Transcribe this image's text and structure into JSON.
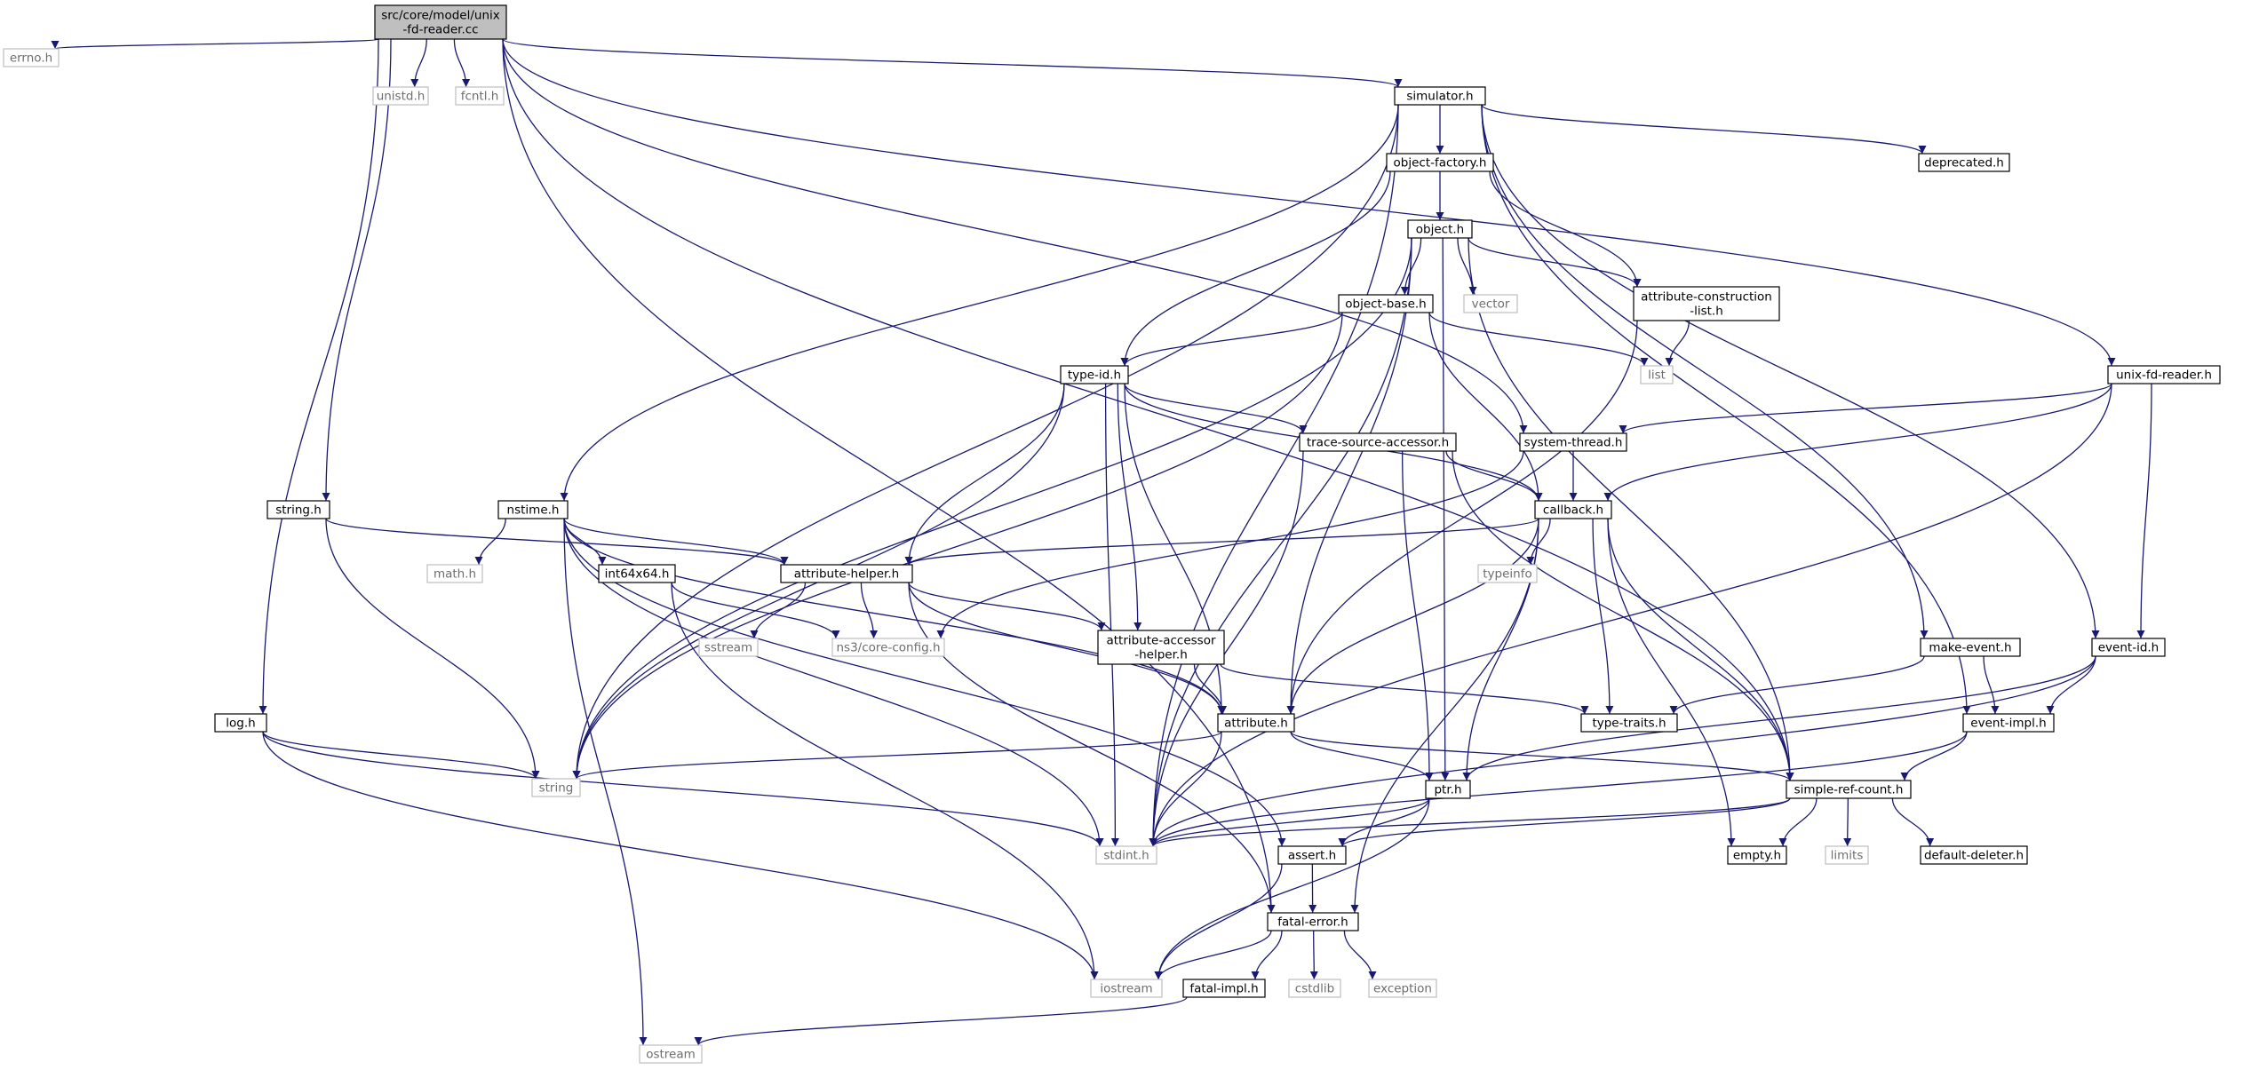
{
  "diagram": {
    "colors": {
      "edge": "#191970",
      "node_fill": "#ffffff",
      "root_fill": "#bfbfbf",
      "border_dark": "#000000",
      "border_light": "#bfbfbf",
      "text_dark": "#000000",
      "text_light": "#6e6e6e"
    },
    "nodes": [
      {
        "id": "root",
        "lines": [
          "src/core/model/unix",
          "-fd-reader.cc"
        ],
        "style": "root"
      },
      {
        "id": "errno",
        "lines": [
          "errno.h"
        ],
        "style": "external"
      },
      {
        "id": "unistd",
        "lines": [
          "unistd.h"
        ],
        "style": "external"
      },
      {
        "id": "fcntl",
        "lines": [
          "fcntl.h"
        ],
        "style": "external"
      },
      {
        "id": "simulator",
        "lines": [
          "simulator.h"
        ],
        "style": "header"
      },
      {
        "id": "objfactory",
        "lines": [
          "object-factory.h"
        ],
        "style": "header"
      },
      {
        "id": "deprecated",
        "lines": [
          "deprecated.h"
        ],
        "style": "header"
      },
      {
        "id": "object",
        "lines": [
          "object.h"
        ],
        "style": "header"
      },
      {
        "id": "objbase",
        "lines": [
          "object-base.h"
        ],
        "style": "header"
      },
      {
        "id": "vector",
        "lines": [
          "vector"
        ],
        "style": "external"
      },
      {
        "id": "attrconst",
        "lines": [
          "attribute-construction",
          "-list.h"
        ],
        "style": "header"
      },
      {
        "id": "list",
        "lines": [
          "list"
        ],
        "style": "external"
      },
      {
        "id": "typeid",
        "lines": [
          "type-id.h"
        ],
        "style": "header"
      },
      {
        "id": "unixfd",
        "lines": [
          "unix-fd-reader.h"
        ],
        "style": "header"
      },
      {
        "id": "tracesrc",
        "lines": [
          "trace-source-accessor.h"
        ],
        "style": "header"
      },
      {
        "id": "systhread",
        "lines": [
          "system-thread.h"
        ],
        "style": "header"
      },
      {
        "id": "stringh",
        "lines": [
          "string.h"
        ],
        "style": "header"
      },
      {
        "id": "nstime",
        "lines": [
          "nstime.h"
        ],
        "style": "header"
      },
      {
        "id": "callback",
        "lines": [
          "callback.h"
        ],
        "style": "header"
      },
      {
        "id": "mathh",
        "lines": [
          "math.h"
        ],
        "style": "external"
      },
      {
        "id": "int64",
        "lines": [
          "int64x64.h"
        ],
        "style": "header"
      },
      {
        "id": "attrhelper",
        "lines": [
          "attribute-helper.h"
        ],
        "style": "header"
      },
      {
        "id": "typeinfo",
        "lines": [
          "typeinfo"
        ],
        "style": "external"
      },
      {
        "id": "sstream",
        "lines": [
          "sstream"
        ],
        "style": "external"
      },
      {
        "id": "coreconfig",
        "lines": [
          "ns3/core-config.h"
        ],
        "style": "external"
      },
      {
        "id": "attraccessor",
        "lines": [
          "attribute-accessor",
          "-helper.h"
        ],
        "style": "header"
      },
      {
        "id": "makeevent",
        "lines": [
          "make-event.h"
        ],
        "style": "header"
      },
      {
        "id": "eventid",
        "lines": [
          "event-id.h"
        ],
        "style": "header"
      },
      {
        "id": "logh",
        "lines": [
          "log.h"
        ],
        "style": "header"
      },
      {
        "id": "typetraits",
        "lines": [
          "type-traits.h"
        ],
        "style": "header"
      },
      {
        "id": "attribute",
        "lines": [
          "attribute.h"
        ],
        "style": "header"
      },
      {
        "id": "eventimpl",
        "lines": [
          "event-impl.h"
        ],
        "style": "header"
      },
      {
        "id": "string",
        "lines": [
          "string"
        ],
        "style": "external"
      },
      {
        "id": "ptr",
        "lines": [
          "ptr.h"
        ],
        "style": "header"
      },
      {
        "id": "simplerefcount",
        "lines": [
          "simple-ref-count.h"
        ],
        "style": "header"
      },
      {
        "id": "stdint",
        "lines": [
          "stdint.h"
        ],
        "style": "external"
      },
      {
        "id": "assert",
        "lines": [
          "assert.h"
        ],
        "style": "header"
      },
      {
        "id": "empty",
        "lines": [
          "empty.h"
        ],
        "style": "header"
      },
      {
        "id": "limits",
        "lines": [
          "limits"
        ],
        "style": "external"
      },
      {
        "id": "defdeleter",
        "lines": [
          "default-deleter.h"
        ],
        "style": "header"
      },
      {
        "id": "fatalerror",
        "lines": [
          "fatal-error.h"
        ],
        "style": "header"
      },
      {
        "id": "iostream",
        "lines": [
          "iostream"
        ],
        "style": "external"
      },
      {
        "id": "fatalimpl",
        "lines": [
          "fatal-impl.h"
        ],
        "style": "header"
      },
      {
        "id": "cstdlib",
        "lines": [
          "cstdlib"
        ],
        "style": "external"
      },
      {
        "id": "exception",
        "lines": [
          "exception"
        ],
        "style": "external"
      },
      {
        "id": "ostream",
        "lines": [
          "ostream"
        ],
        "style": "external"
      }
    ],
    "edges": [
      [
        "root",
        "errno"
      ],
      [
        "root",
        "unistd"
      ],
      [
        "root",
        "fcntl"
      ],
      [
        "root",
        "simulator"
      ],
      [
        "root",
        "unixfd"
      ],
      [
        "root",
        "systhread"
      ],
      [
        "root",
        "stringh"
      ],
      [
        "root",
        "logh"
      ],
      [
        "root",
        "fatalerror"
      ],
      [
        "root",
        "simplerefcount"
      ],
      [
        "simulator",
        "objfactory"
      ],
      [
        "simulator",
        "deprecated"
      ],
      [
        "simulator",
        "nstime"
      ],
      [
        "simulator",
        "string"
      ],
      [
        "simulator",
        "stdint"
      ],
      [
        "simulator",
        "makeevent"
      ],
      [
        "simulator",
        "eventid"
      ],
      [
        "simulator",
        "eventimpl"
      ],
      [
        "objfactory",
        "object"
      ],
      [
        "objfactory",
        "typeid"
      ],
      [
        "objfactory",
        "attrconst"
      ],
      [
        "object",
        "objbase"
      ],
      [
        "object",
        "vector"
      ],
      [
        "object",
        "attrconst"
      ],
      [
        "object",
        "attribute"
      ],
      [
        "object",
        "string"
      ],
      [
        "object",
        "stdint"
      ],
      [
        "object",
        "ptr"
      ],
      [
        "object",
        "simplerefcount"
      ],
      [
        "objbase",
        "typeid"
      ],
      [
        "objbase",
        "list"
      ],
      [
        "objbase",
        "callback"
      ],
      [
        "objbase",
        "string"
      ],
      [
        "attrconst",
        "list"
      ],
      [
        "attrconst",
        "attribute"
      ],
      [
        "typeid",
        "tracesrc"
      ],
      [
        "typeid",
        "callback"
      ],
      [
        "typeid",
        "attrhelper"
      ],
      [
        "typeid",
        "attraccessor"
      ],
      [
        "typeid",
        "attribute"
      ],
      [
        "typeid",
        "string"
      ],
      [
        "typeid",
        "stdint"
      ],
      [
        "unixfd",
        "systhread"
      ],
      [
        "unixfd",
        "callback"
      ],
      [
        "unixfd",
        "eventid"
      ],
      [
        "unixfd",
        "stdint"
      ],
      [
        "tracesrc",
        "callback"
      ],
      [
        "tracesrc",
        "ptr"
      ],
      [
        "tracesrc",
        "simplerefcount"
      ],
      [
        "tracesrc",
        "stdint"
      ],
      [
        "systhread",
        "callback"
      ],
      [
        "systhread",
        "coreconfig"
      ],
      [
        "stringh",
        "attrhelper"
      ],
      [
        "stringh",
        "string"
      ],
      [
        "nstime",
        "mathh"
      ],
      [
        "nstime",
        "int64"
      ],
      [
        "nstime",
        "attrhelper"
      ],
      [
        "nstime",
        "attribute"
      ],
      [
        "nstime",
        "stdint"
      ],
      [
        "nstime",
        "ostream"
      ],
      [
        "nstime",
        "assert"
      ],
      [
        "int64",
        "coreconfig"
      ],
      [
        "int64",
        "iostream"
      ],
      [
        "callback",
        "attrhelper"
      ],
      [
        "callback",
        "typeinfo"
      ],
      [
        "callback",
        "typetraits"
      ],
      [
        "callback",
        "attribute"
      ],
      [
        "callback",
        "ptr"
      ],
      [
        "callback",
        "fatalerror"
      ],
      [
        "callback",
        "simplerefcount"
      ],
      [
        "callback",
        "empty"
      ],
      [
        "attrhelper",
        "sstream"
      ],
      [
        "attrhelper",
        "coreconfig"
      ],
      [
        "attrhelper",
        "attraccessor"
      ],
      [
        "attrhelper",
        "attribute"
      ],
      [
        "attrhelper",
        "fatalerror"
      ],
      [
        "attraccessor",
        "attribute"
      ],
      [
        "attraccessor",
        "typetraits"
      ],
      [
        "makeevent",
        "typetraits"
      ],
      [
        "makeevent",
        "eventimpl"
      ],
      [
        "eventid",
        "eventimpl"
      ],
      [
        "eventid",
        "ptr"
      ],
      [
        "eventid",
        "stdint"
      ],
      [
        "logh",
        "string"
      ],
      [
        "logh",
        "stdint"
      ],
      [
        "logh",
        "iostream"
      ],
      [
        "attribute",
        "string"
      ],
      [
        "attribute",
        "ptr"
      ],
      [
        "attribute",
        "simplerefcount"
      ],
      [
        "attribute",
        "stdint"
      ],
      [
        "eventimpl",
        "simplerefcount"
      ],
      [
        "eventimpl",
        "stdint"
      ],
      [
        "ptr",
        "stdint"
      ],
      [
        "ptr",
        "assert"
      ],
      [
        "ptr",
        "iostream"
      ],
      [
        "simplerefcount",
        "stdint"
      ],
      [
        "simplerefcount",
        "assert"
      ],
      [
        "simplerefcount",
        "empty"
      ],
      [
        "simplerefcount",
        "limits"
      ],
      [
        "simplerefcount",
        "defdeleter"
      ],
      [
        "assert",
        "fatalerror"
      ],
      [
        "assert",
        "iostream"
      ],
      [
        "fatalerror",
        "iostream"
      ],
      [
        "fatalerror",
        "fatalimpl"
      ],
      [
        "fatalerror",
        "cstdlib"
      ],
      [
        "fatalerror",
        "exception"
      ],
      [
        "fatalimpl",
        "ostream"
      ]
    ]
  }
}
